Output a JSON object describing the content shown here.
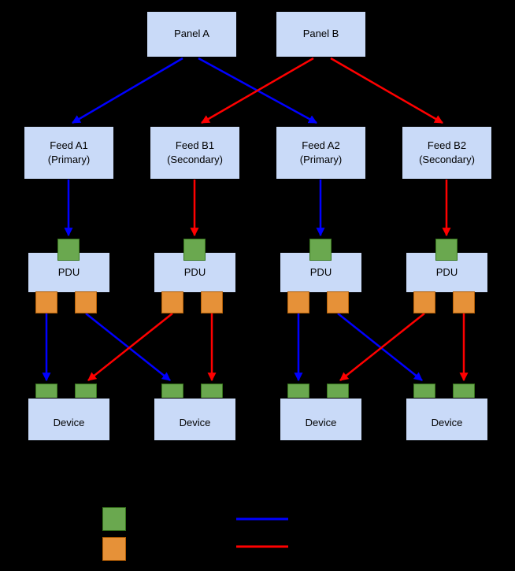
{
  "diagram": {
    "panels": [
      {
        "label": "Panel A"
      },
      {
        "label": "Panel B"
      }
    ],
    "feeds": [
      {
        "line1": "Feed A1",
        "line2": "(Primary)"
      },
      {
        "line1": "Feed B1",
        "line2": "(Secondary)"
      },
      {
        "line1": "Feed A2",
        "line2": "(Primary)"
      },
      {
        "line1": "Feed B2",
        "line2": "(Secondary)"
      }
    ],
    "pdus": [
      {
        "label": "PDU"
      },
      {
        "label": "PDU"
      },
      {
        "label": "PDU"
      },
      {
        "label": "PDU"
      }
    ],
    "devices": [
      {
        "label": "Device"
      },
      {
        "label": "Device"
      },
      {
        "label": "Device"
      },
      {
        "label": "Device"
      }
    ]
  },
  "legend": {
    "items": [
      {
        "icon": "green-square-swatch"
      },
      {
        "icon": "orange-square-swatch"
      },
      {
        "icon": "blue-line-swatch"
      },
      {
        "icon": "red-line-swatch"
      }
    ]
  },
  "colors": {
    "background": "#000000",
    "box_fill": "#c9daf8",
    "input_port": "#6aa84f",
    "output_port": "#e69138",
    "primary_path": "#0000ff",
    "secondary_path": "#ff0000"
  }
}
